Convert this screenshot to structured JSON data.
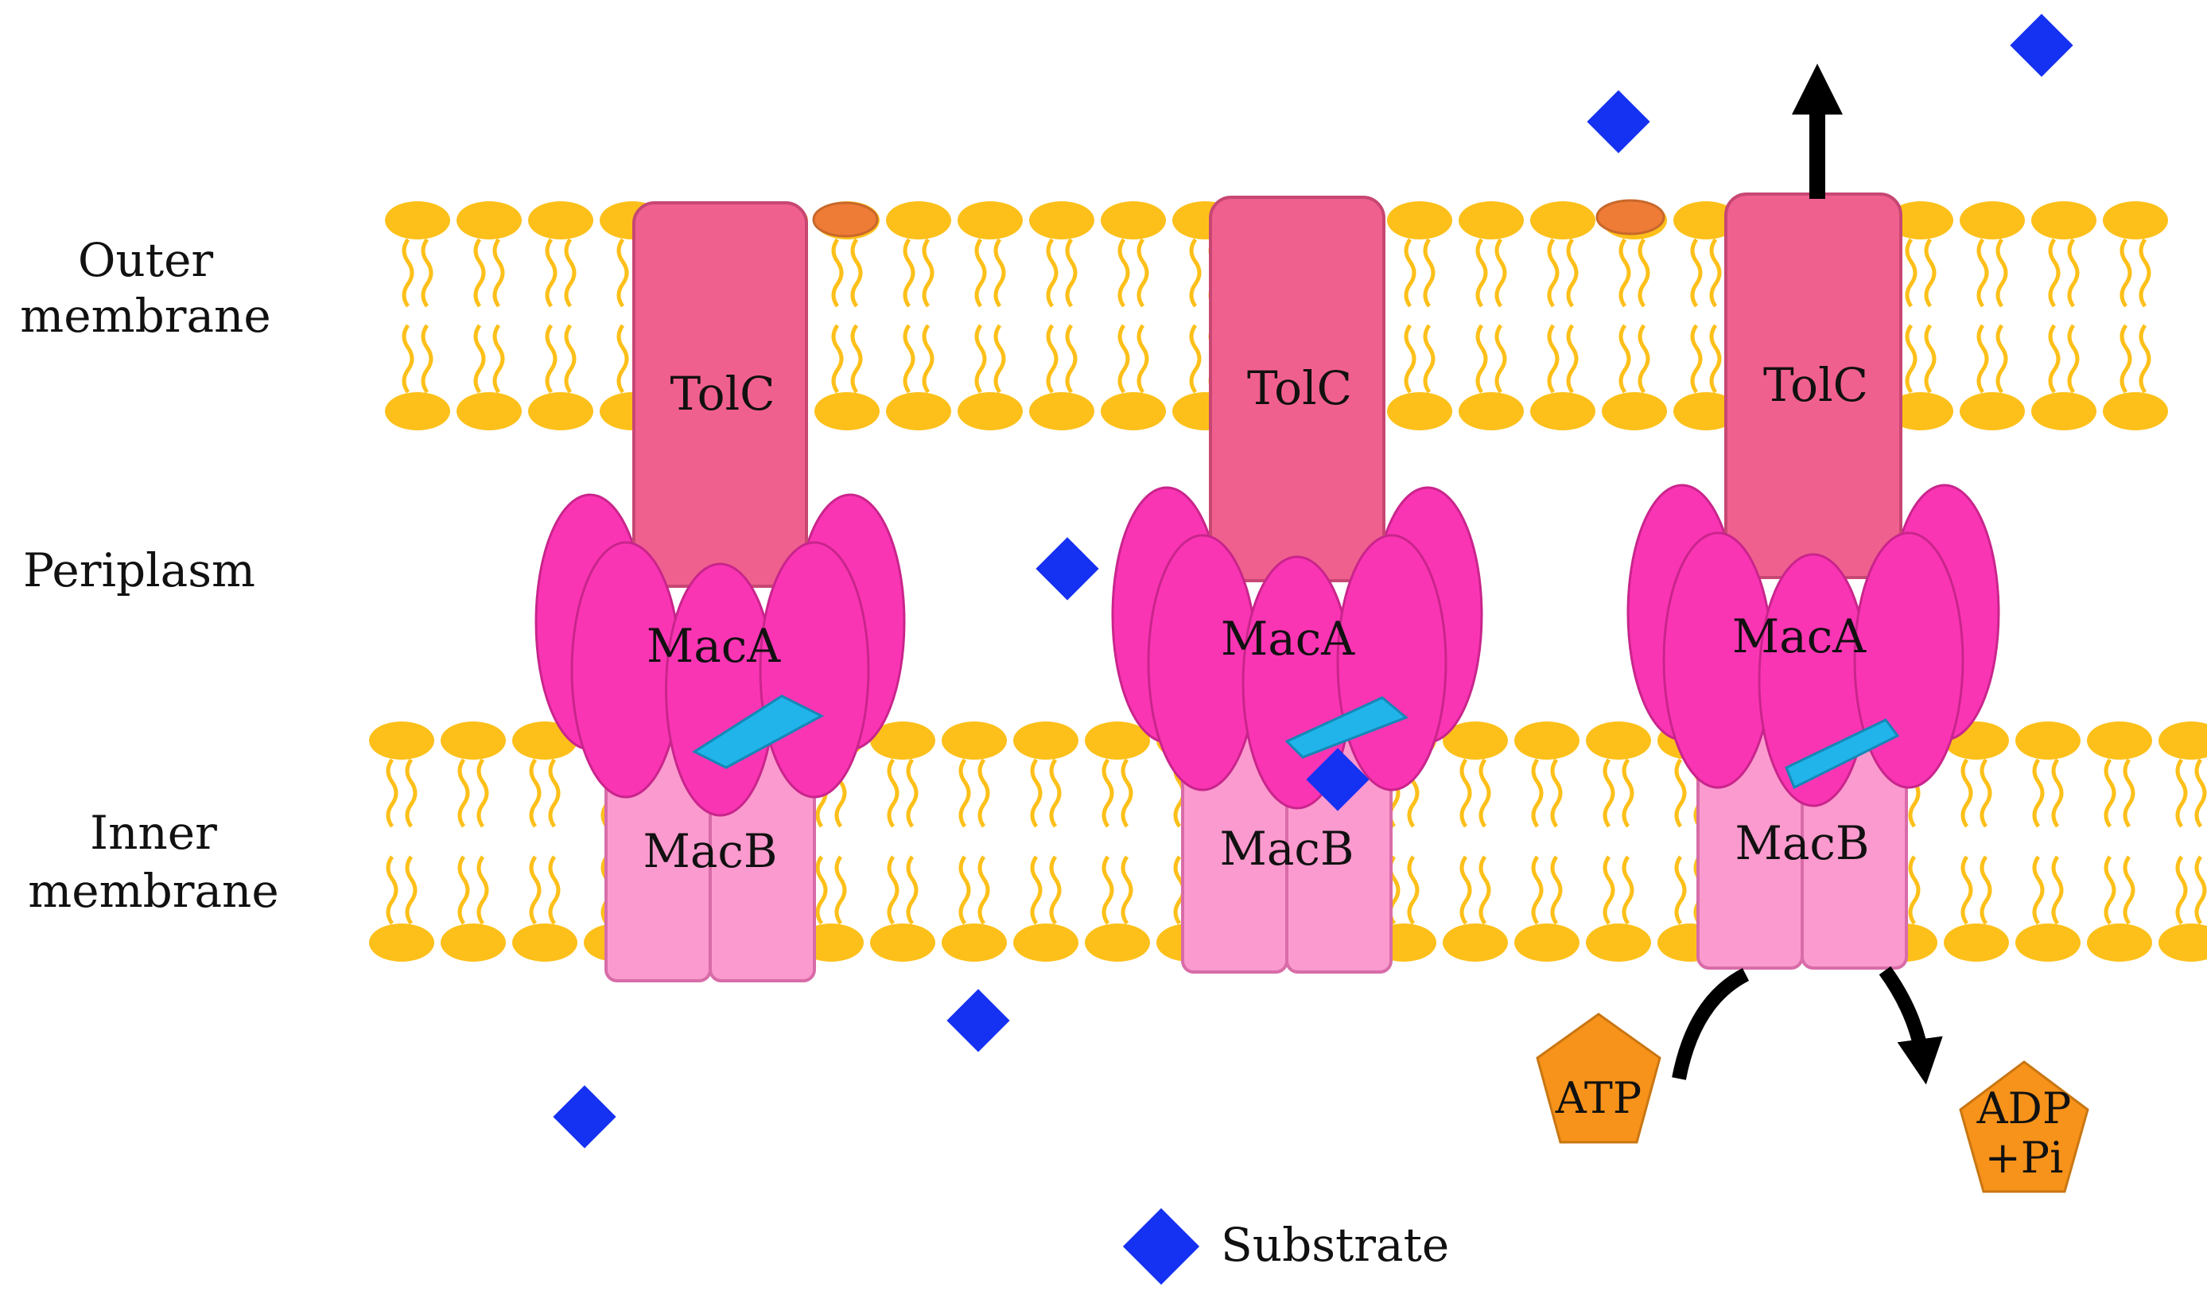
{
  "regions": {
    "outer": [
      "Outer",
      "membrane"
    ],
    "periplasm": "Periplasm",
    "inner": [
      "Inner",
      "membrane"
    ]
  },
  "pumps": [
    {
      "tolc": "TolC",
      "maca": "MacA",
      "macb": "MacB"
    },
    {
      "tolc": "TolC",
      "maca": "MacA",
      "macb": "MacB"
    },
    {
      "tolc": "TolC",
      "maca": "MacA",
      "macb": "MacB"
    }
  ],
  "energy": {
    "atp": "ATP",
    "adp": [
      "ADP",
      "+Pi"
    ]
  },
  "legend": {
    "substrate": "Substrate"
  },
  "colors": {
    "lipid": "#FDC01A",
    "tolc": "#F0608E",
    "maca": "#FA35B4",
    "macb": "#FB9ACE",
    "binding_site": "#20B4EA",
    "substrate": "#1531F2",
    "nucleotide": "#F7931A",
    "outer_membrane_protein": "#EE7B36"
  }
}
